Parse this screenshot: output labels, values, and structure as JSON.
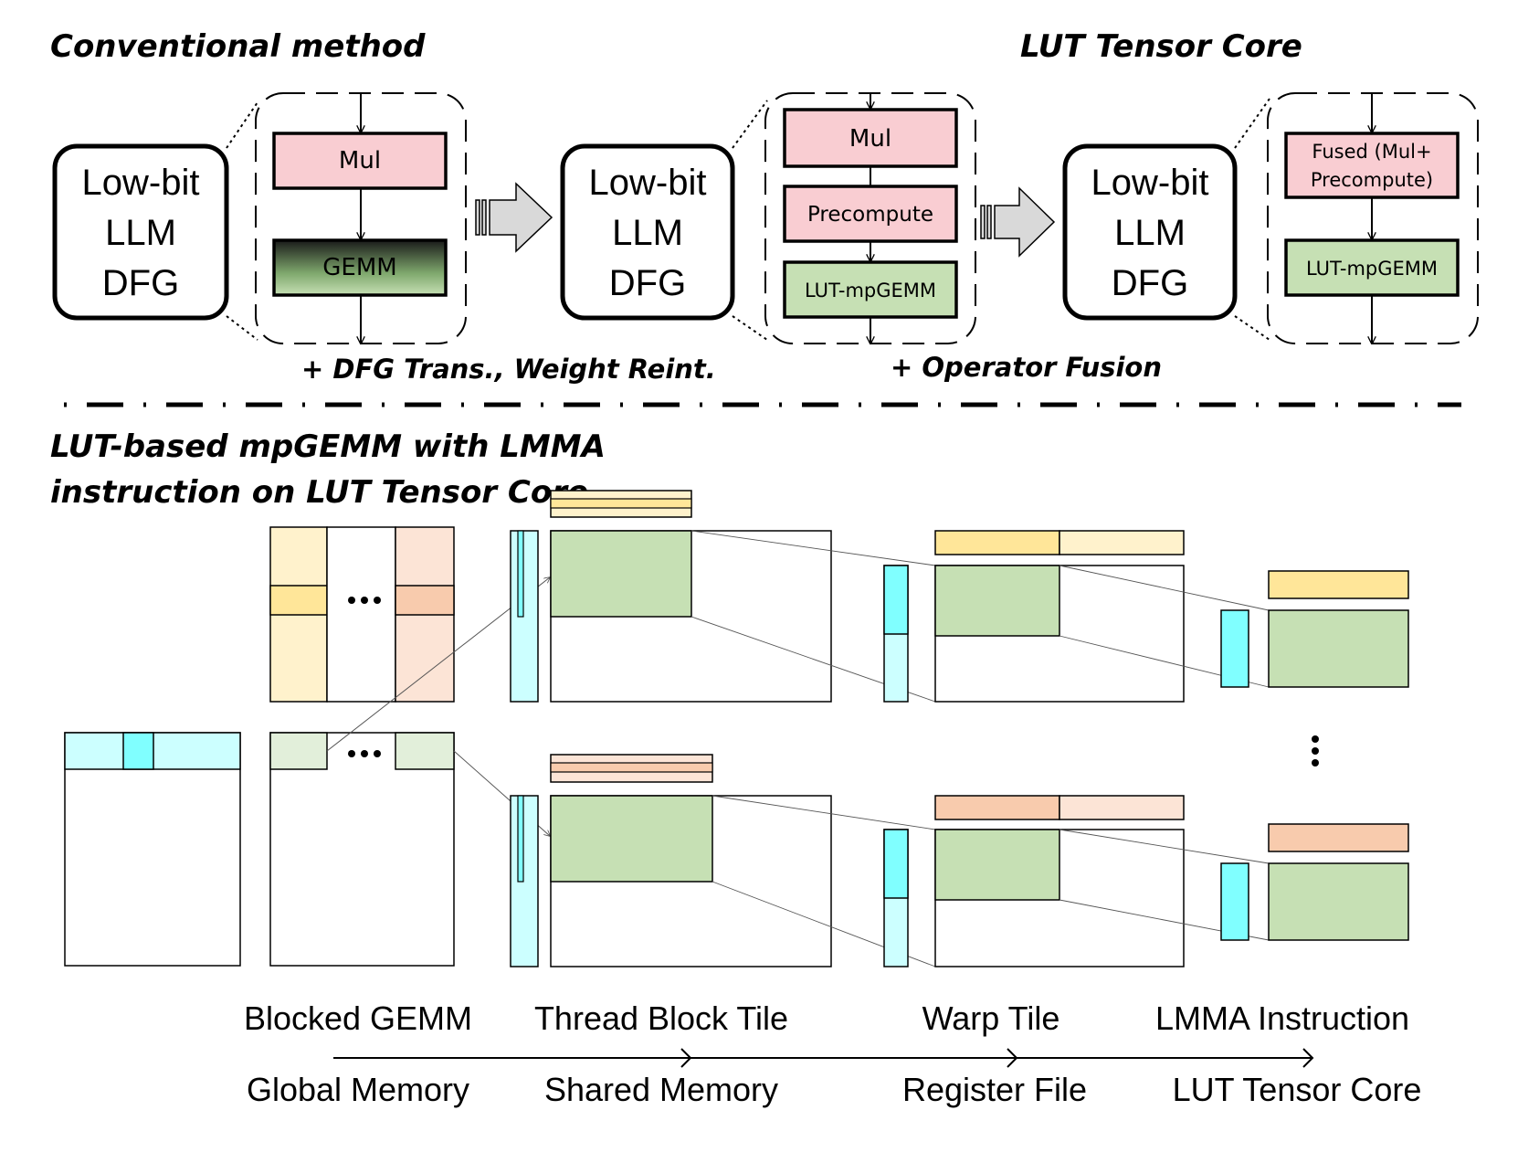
{
  "top": {
    "left_title": "Conventional method",
    "right_title": "LUT Tensor Core",
    "dfg_line1": "Low-bit",
    "dfg_line2": "LLM",
    "dfg_line3": "DFG",
    "stage1": {
      "op1": "Mul",
      "op2": "GEMM"
    },
    "stage2": {
      "op1": "Mul",
      "op2": "Precompute",
      "op3": "LUT-mpGEMM"
    },
    "stage3": {
      "op1_line1": "Fused (Mul+",
      "op1_line2": "Precompute)",
      "op2": "LUT-mpGEMM"
    },
    "transform1": "+ DFG Trans., Weight Reint.",
    "transform2": "+ Operator Fusion"
  },
  "bottom": {
    "title_line1": "LUT-based mpGEMM with LMMA",
    "title_line2": "instruction on LUT Tensor Core",
    "levels": [
      {
        "name": "Blocked GEMM",
        "memory": "Global Memory"
      },
      {
        "name": "Thread Block Tile",
        "memory": "Shared Memory"
      },
      {
        "name": "Warp Tile",
        "memory": "Register File"
      },
      {
        "name": "LMMA Instruction",
        "memory": "LUT Tensor Core"
      }
    ]
  },
  "colors": {
    "mul_fill": "#f9cdd2",
    "lut_green": "#c6e0b4",
    "light_green": "#e2efda",
    "cyan": "#80ffff",
    "light_cyan": "#ccffff",
    "yellow": "#ffe699",
    "light_yellow": "#fff2cc",
    "orange": "#f8cbad",
    "light_orange": "#fce4d6",
    "arrow_gray": "#d9d9d9"
  }
}
